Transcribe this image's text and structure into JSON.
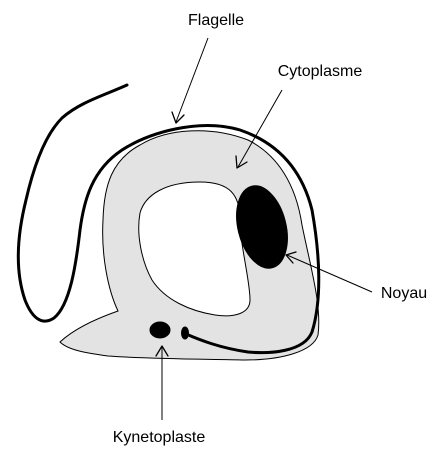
{
  "labels": {
    "flagellum": "Flagelle",
    "cytoplasm": "Cytoplasme",
    "nucleus": "Noyau",
    "kinetoplast": "Kynetoplaste"
  },
  "colors": {
    "cytoplasm_fill": "#e3e3e3",
    "outline": "#000000",
    "background": "#ffffff"
  }
}
